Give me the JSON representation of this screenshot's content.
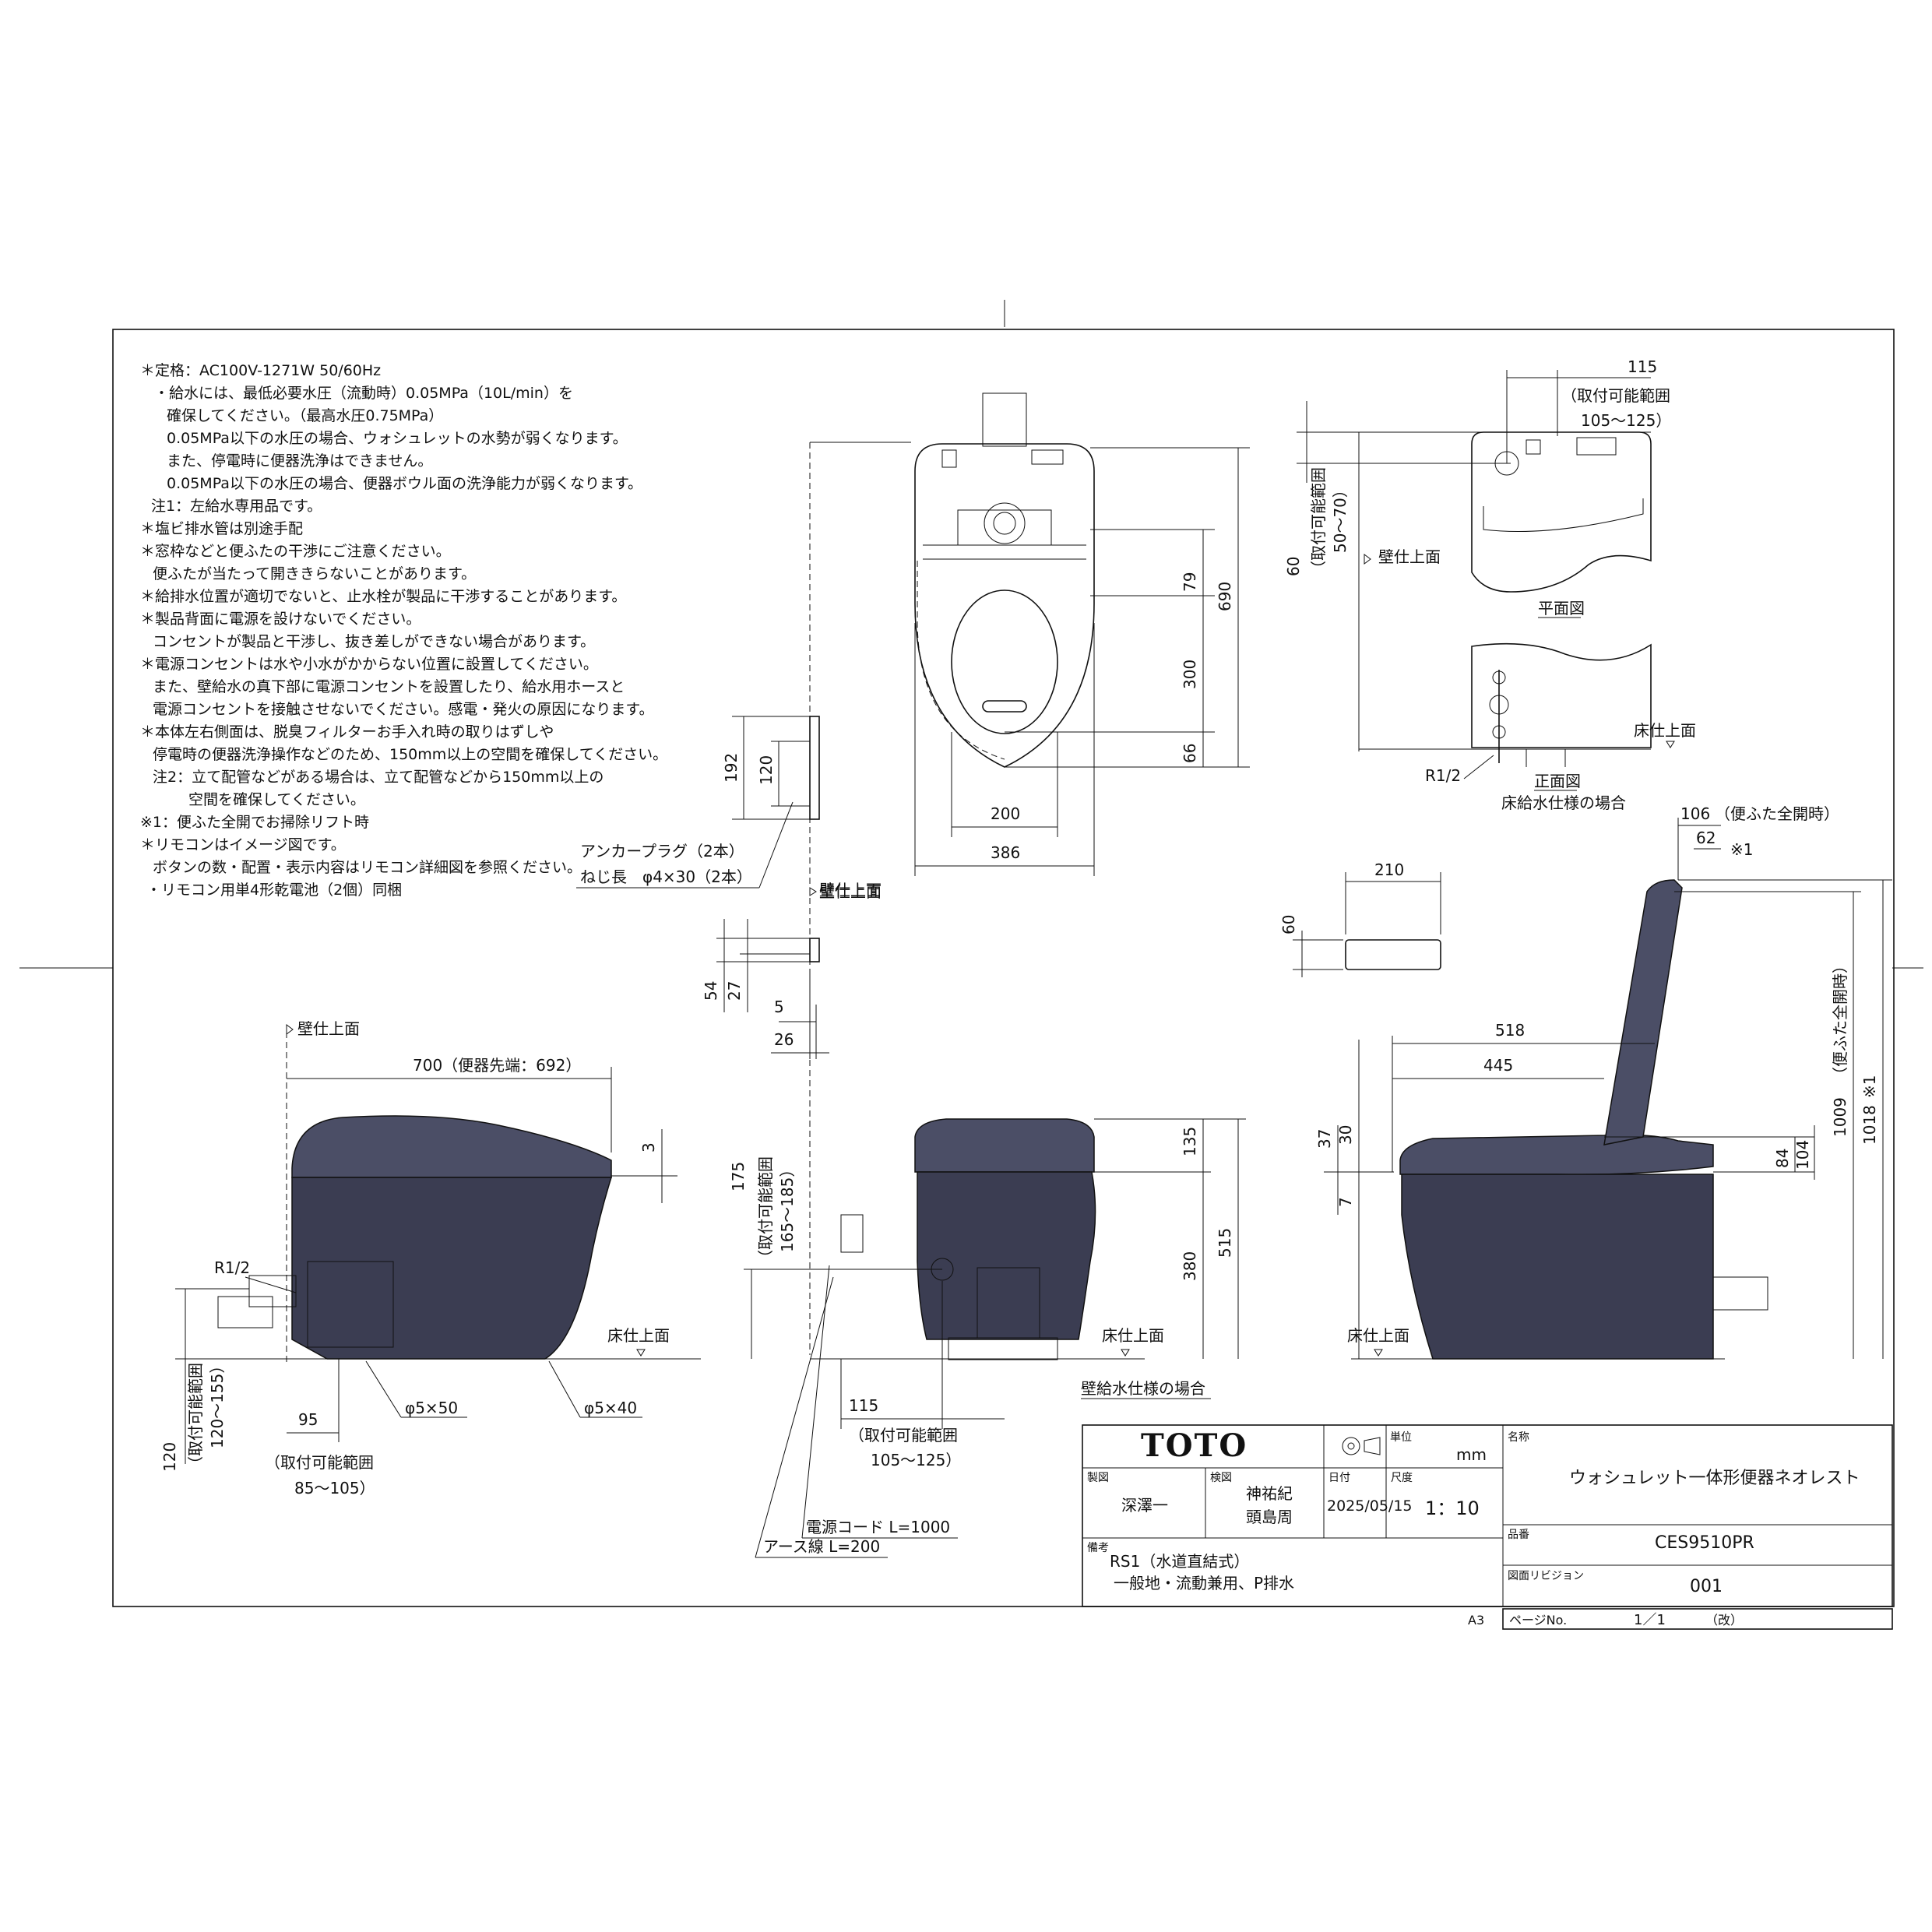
{
  "notes": [
    "＊定格：AC100V-1271W 50/60Hz",
    "・給水には、最低必要水圧（流動時）0.05MPa（10L/min）を",
    "確保してください。（最高水圧0.75MPa）",
    "0.05MPa以下の水圧の場合、ウォシュレットの水勢が弱くなります。",
    "また、停電時に便器洗浄はできません。",
    "0.05MPa以下の水圧の場合、便器ボウル面の洗浄能力が弱くなります。",
    "注1：左給水専用品です。",
    "＊塩ビ排水管は別途手配",
    "＊窓枠などと便ふたの干渉にご注意ください。",
    "便ふたが当たって開ききらないことがあります。",
    "＊給排水位置が適切でないと、止水栓が製品に干渉することがあります。",
    "＊製品背面に電源を設けないでください。",
    "コンセントが製品と干渉し、抜き差しができない場合があります。",
    "＊電源コンセントは水や小水がかからない位置に設置してください。",
    "また、壁給水の真下部に電源コンセントを設置したり、給水用ホースと",
    "電源コンセントを接触させないでください。感電・発火の原因になります。",
    "＊本体左右側面は、脱臭フィルターお手入れ時の取りはずしや",
    "停電時の便器洗浄操作などのため、150mm以上の空間を確保してください。",
    "注2：立て配管などがある場合は、立て配管などから150mm以上の",
    "空間を確保してください。",
    "※1：便ふた全開でお掃除リフト時",
    "＊リモコンはイメージ図です。",
    "ボタンの数・配置・表示内容はリモコン詳細図を参照ください。",
    "・リモコン用単4形乾電池（2個）同梱"
  ],
  "labels": {
    "wall_face": "壁仕上面",
    "floor_face": "床仕上面",
    "plan_view": "平面図",
    "front_view": "正面図",
    "floor_supply_case": "床給水仕様の場合",
    "wall_supply_case": "壁給水仕様の場合",
    "anchor_plug": "アンカープラグ（2本）",
    "screw_length": "ねじ長　φ4×30（2本）",
    "power_cord": "電源コード L=1000",
    "earth_wire": "アース線 L=200",
    "r12": "R1/2",
    "phi_5x50": "φ5×50",
    "phi_5x40": "φ5×40",
    "lid_open_106": "（便ふた全開時）",
    "lid_open_1009": "（便ふた全開時）",
    "mark1": "※1",
    "range_top_right": "（取付可能範囲",
    "range_top_right_v": "105～125）",
    "range_left_v": "（取付可能範囲",
    "range_left_v2": "50～70）",
    "range_175": "（取付可能範囲",
    "range_175b": "165～185）",
    "range_bottom_115": "（取付可能範囲",
    "range_bottom_115b": "105～125）",
    "range_120": "（取付可能範囲",
    "range_120b": "120～155）",
    "range_95": "（取付可能範囲",
    "range_95b": "85～105）",
    "side_700": "700（便器先端：692）"
  },
  "dims": {
    "d115_top": "115",
    "d60_top": "60",
    "d690": "690",
    "d79": "79",
    "d300": "300",
    "d66": "66",
    "d200": "200",
    "d386": "386",
    "d192": "192",
    "d120_rem": "120",
    "d210": "210",
    "d60_rem": "60",
    "d106": "106",
    "d62": "62",
    "d54": "54",
    "d27": "27",
    "d5": "5",
    "d26": "26",
    "d3": "3",
    "d135": "135",
    "d380": "380",
    "d515": "515",
    "d175": "175",
    "d518": "518",
    "d445": "445",
    "d37": "37",
    "d30": "30",
    "d7": "7",
    "d84": "84",
    "d104": "104",
    "d1009": "1009",
    "d1018": "1018",
    "d120_side": "120",
    "d95": "95",
    "d115_bottom": "115"
  },
  "titleblock": {
    "brand": "TOTO",
    "unit_label": "単位",
    "unit": "mm",
    "name_label": "名称",
    "name": "ウォシュレット一体形便器ネオレスト",
    "drawn_label": "製図",
    "drawn": "深澤一",
    "checked_label": "検図",
    "checked_1": "神祐紀",
    "checked_2": "頭島周",
    "date_label": "日付",
    "date": "2025/05/15",
    "scale_label": "尺度",
    "scale": "1：10",
    "model_label": "品番",
    "model": "CES9510PR",
    "remarks_label": "備考",
    "remarks_1": "RS1（水道直結式）",
    "remarks_2": "一般地・流動兼用、P排水",
    "rev_label": "図面リビジョン",
    "revision": "001",
    "paper": "A3",
    "page_label": "ページNo.",
    "page": "1／1",
    "page_suffix": "（改）"
  }
}
